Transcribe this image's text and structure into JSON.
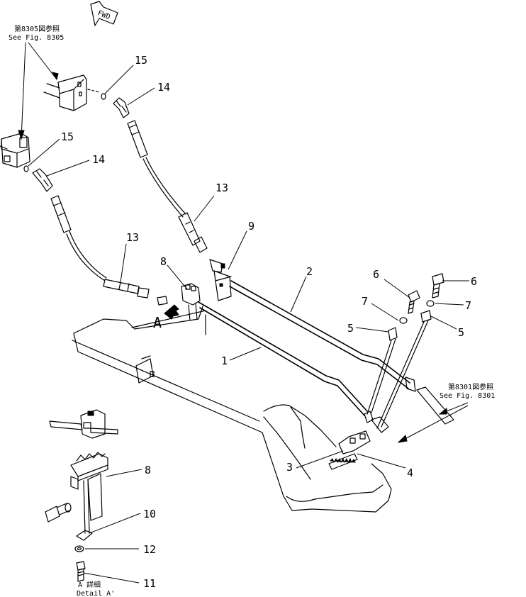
{
  "fwd": "FWD",
  "notes": {
    "top_jp": "第8305図参照",
    "top_en": "See Fig. 8305",
    "right_jp": "第8301図参照",
    "right_en": "See Fig. 8301",
    "detail_jp": "A 詳細",
    "detail_en": "Detail A'",
    "view_a": "A"
  },
  "callouts": [
    "15",
    "14",
    "15",
    "14",
    "13",
    "13",
    "9",
    "8",
    "2",
    "6",
    "6",
    "7",
    "7",
    "5",
    "5",
    "1",
    "3",
    "4",
    "8",
    "10",
    "12",
    "11"
  ]
}
